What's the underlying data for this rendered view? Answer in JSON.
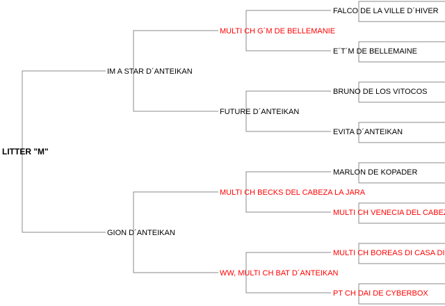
{
  "colors": {
    "normal_text": "#000000",
    "champion_text": "#ff0000",
    "connector": "#8a8a8a"
  },
  "pedigree": {
    "subject": {
      "name": "LITTER \"M\"",
      "champion": false
    },
    "sire": {
      "name": "IM A STAR D´ANTEIKAN",
      "champion": false,
      "sire": {
        "name": "MULTI CH G´M DE BELLEMANIE",
        "champion": true,
        "sire": {
          "name": "FALCO DE LA VILLE D´HIVER",
          "champion": false
        },
        "dam": {
          "name": "E´T´M DE BELLEMAINE",
          "champion": false
        }
      },
      "dam": {
        "name": "FUTURE D´ANTEIKAN",
        "champion": false,
        "sire": {
          "name": "BRUNO DE LOS VITOCOS",
          "champion": false
        },
        "dam": {
          "name": "EVITA D´ANTEIKAN",
          "champion": false
        }
      }
    },
    "dam": {
      "name": "GION D´ANTEIKAN",
      "champion": false,
      "sire": {
        "name": "MULTI CH BECKS DEL CABEZA LA JARA",
        "champion": true,
        "sire": {
          "name": "MARLON DE KOPADER",
          "champion": false
        },
        "dam": {
          "name": "MULTI CH VENECIA DEL CABEZA LA JARA",
          "champion": true
        }
      },
      "dam": {
        "name": "WW, MULTI CH BAT D´ANTEIKAN",
        "champion": true,
        "sire": {
          "name": "MULTI CH BOREAS DI CASA DI OZZO",
          "champion": true
        },
        "dam": {
          "name": "PT CH DAI DE CYBERBOX",
          "champion": true
        }
      }
    }
  }
}
